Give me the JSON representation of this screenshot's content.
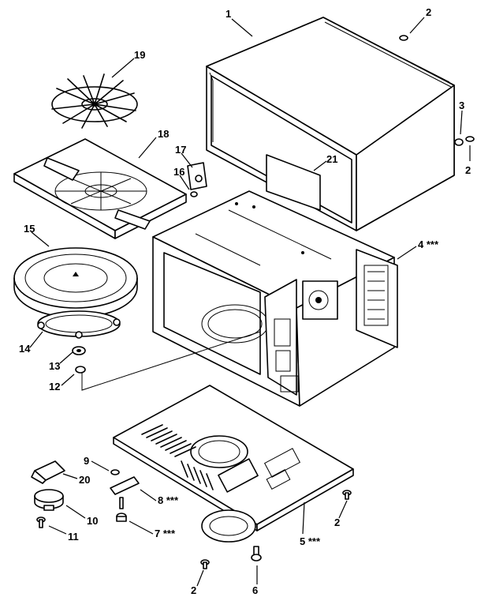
{
  "labels": {
    "p1": "1",
    "p2a": "2",
    "p2b": "2",
    "p2c": "2",
    "p2d": "2",
    "p3": "3",
    "p4": "4 ***",
    "p5": "5 ***",
    "p6": "6",
    "p7": "7 ***",
    "p8": "8 ***",
    "p9": "9",
    "p10": "10",
    "p11": "11",
    "p12": "12",
    "p13": "13",
    "p14": "14",
    "p15": "15",
    "p16": "16",
    "p17": "17",
    "p18": "18",
    "p19": "19",
    "p20": "20",
    "p21": "21"
  }
}
